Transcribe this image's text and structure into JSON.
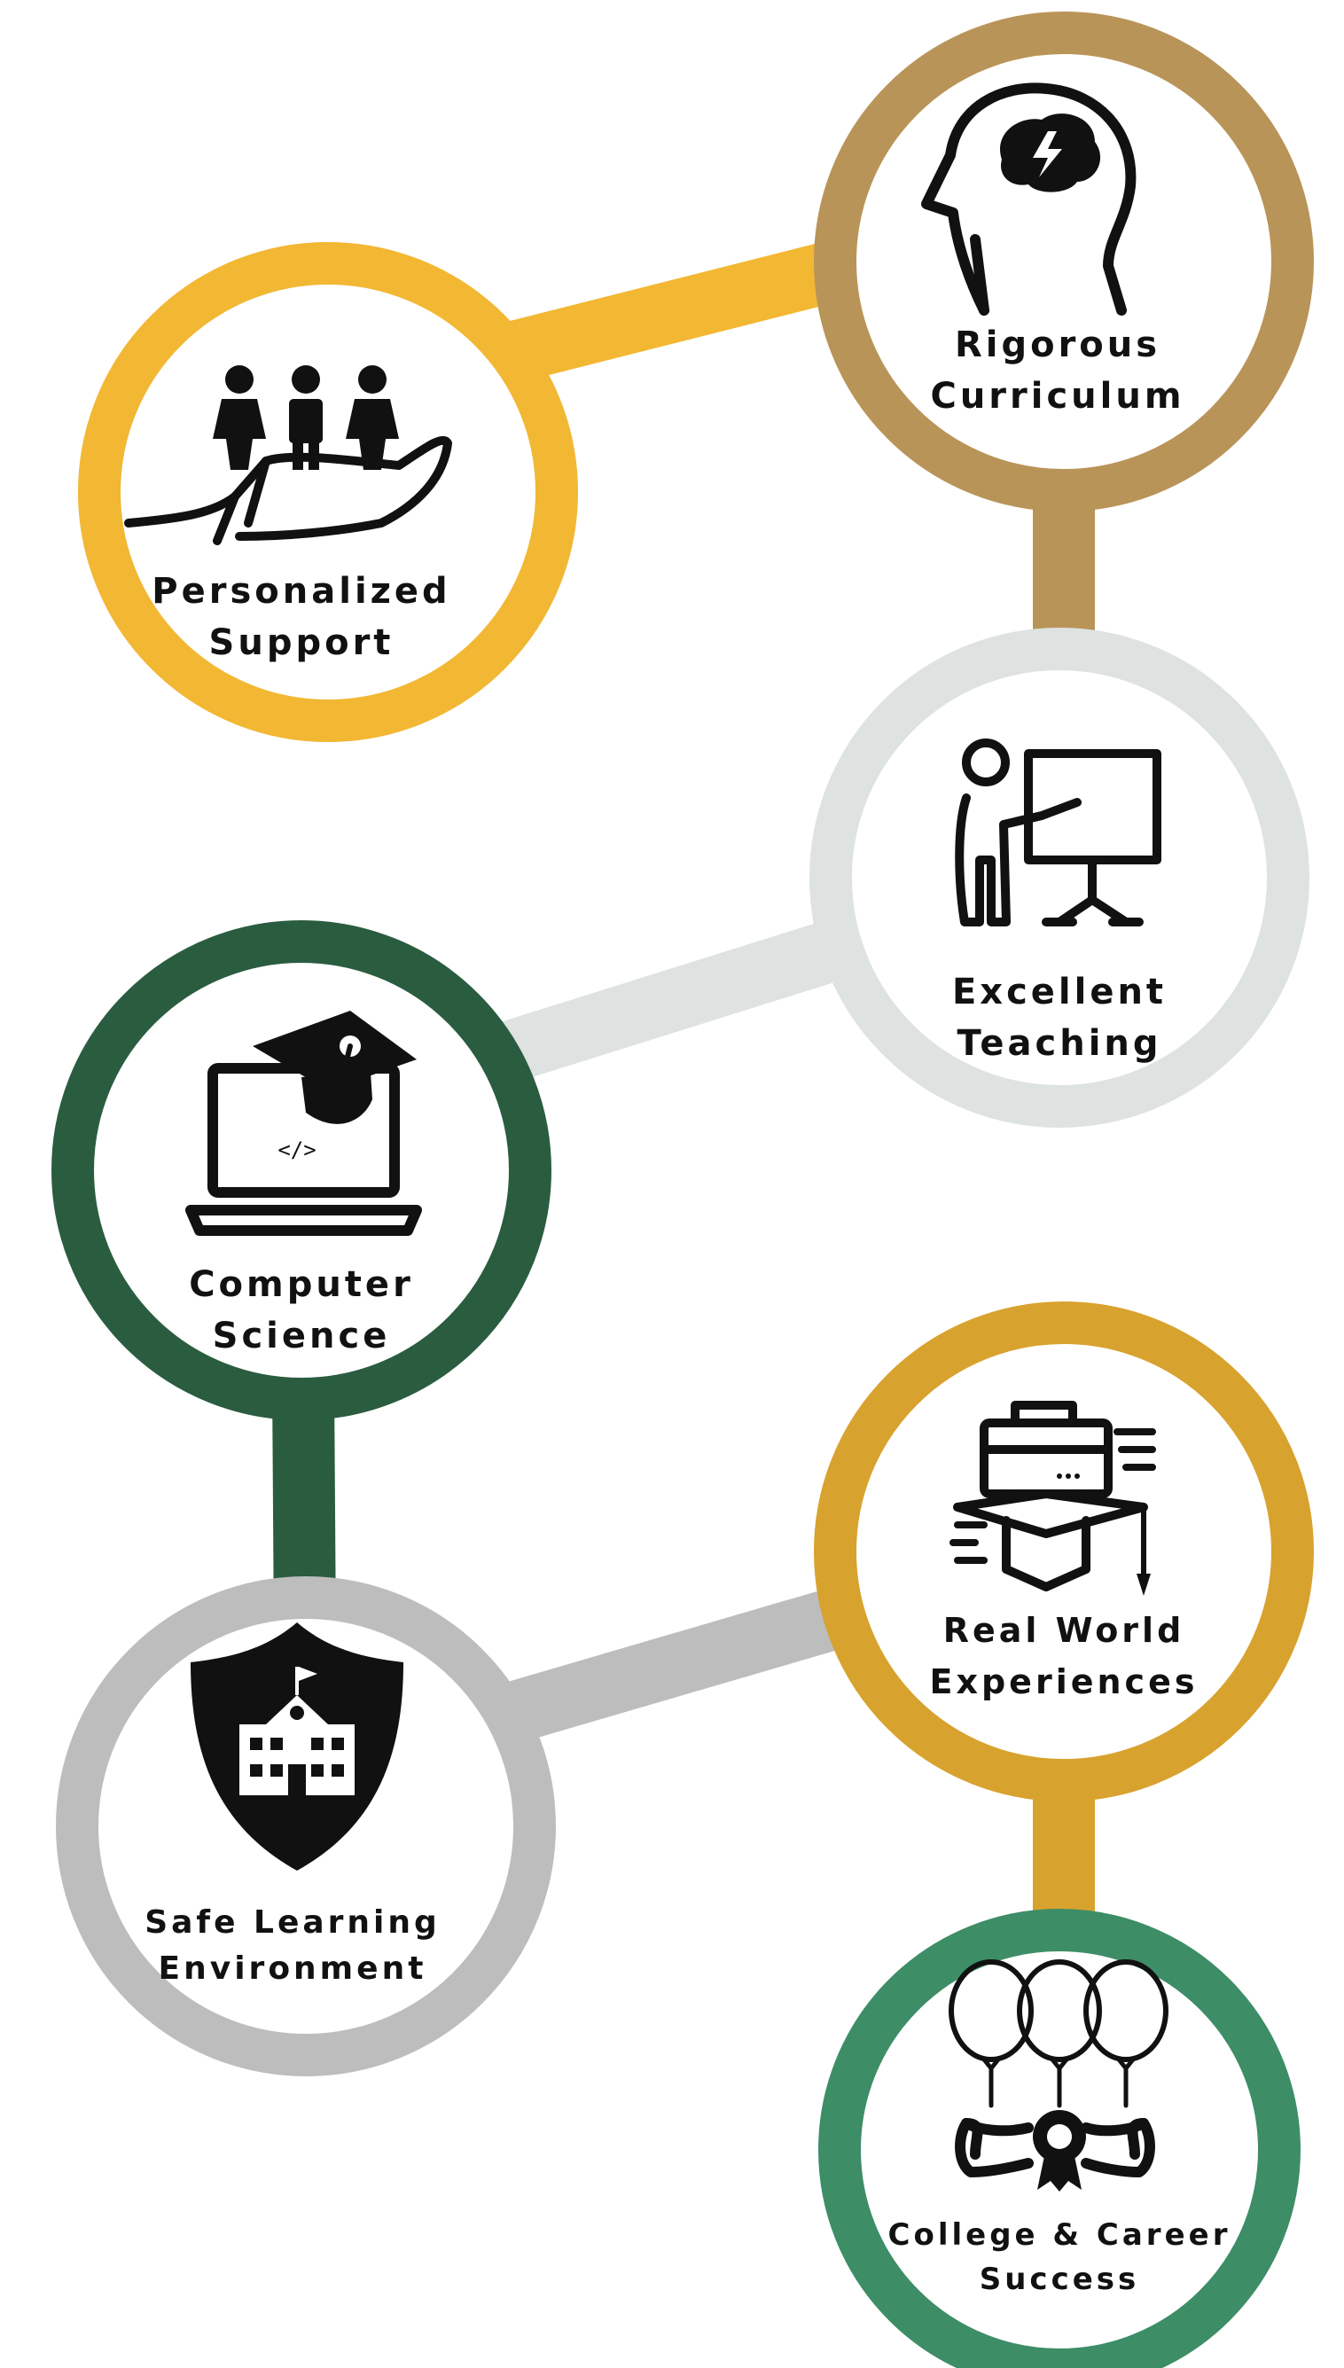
{
  "colors": {
    "personalized": "#f2b733",
    "rigorous": "#b99458",
    "excellent": "#dee2e1",
    "computer": "#2a5c40",
    "safe": "#bdbdbd",
    "realworld": "#d8a22e",
    "college": "#3d8d67",
    "ink": "#111111"
  },
  "nodes": [
    {
      "id": "personalized",
      "line1": "Personalized",
      "line2": "Support",
      "icon": "hand-holding-people-icon"
    },
    {
      "id": "rigorous",
      "line1": "Rigorous",
      "line2": "Curriculum",
      "icon": "head-brain-icon"
    },
    {
      "id": "excellent",
      "line1": "Excellent",
      "line2": "Teaching",
      "icon": "teacher-board-icon"
    },
    {
      "id": "computer",
      "line1": "Computer",
      "line2": "Science",
      "icon": "laptop-graduation-cap-icon"
    },
    {
      "id": "safe",
      "line1": "Safe Learning",
      "line2": "Environment",
      "icon": "shield-school-icon"
    },
    {
      "id": "realworld",
      "line1": "Real World",
      "line2": "Experiences",
      "icon": "briefcase-cap-icon"
    },
    {
      "id": "college",
      "line1": "College & Career",
      "line2": "Success",
      "icon": "balloons-diploma-icon"
    }
  ]
}
